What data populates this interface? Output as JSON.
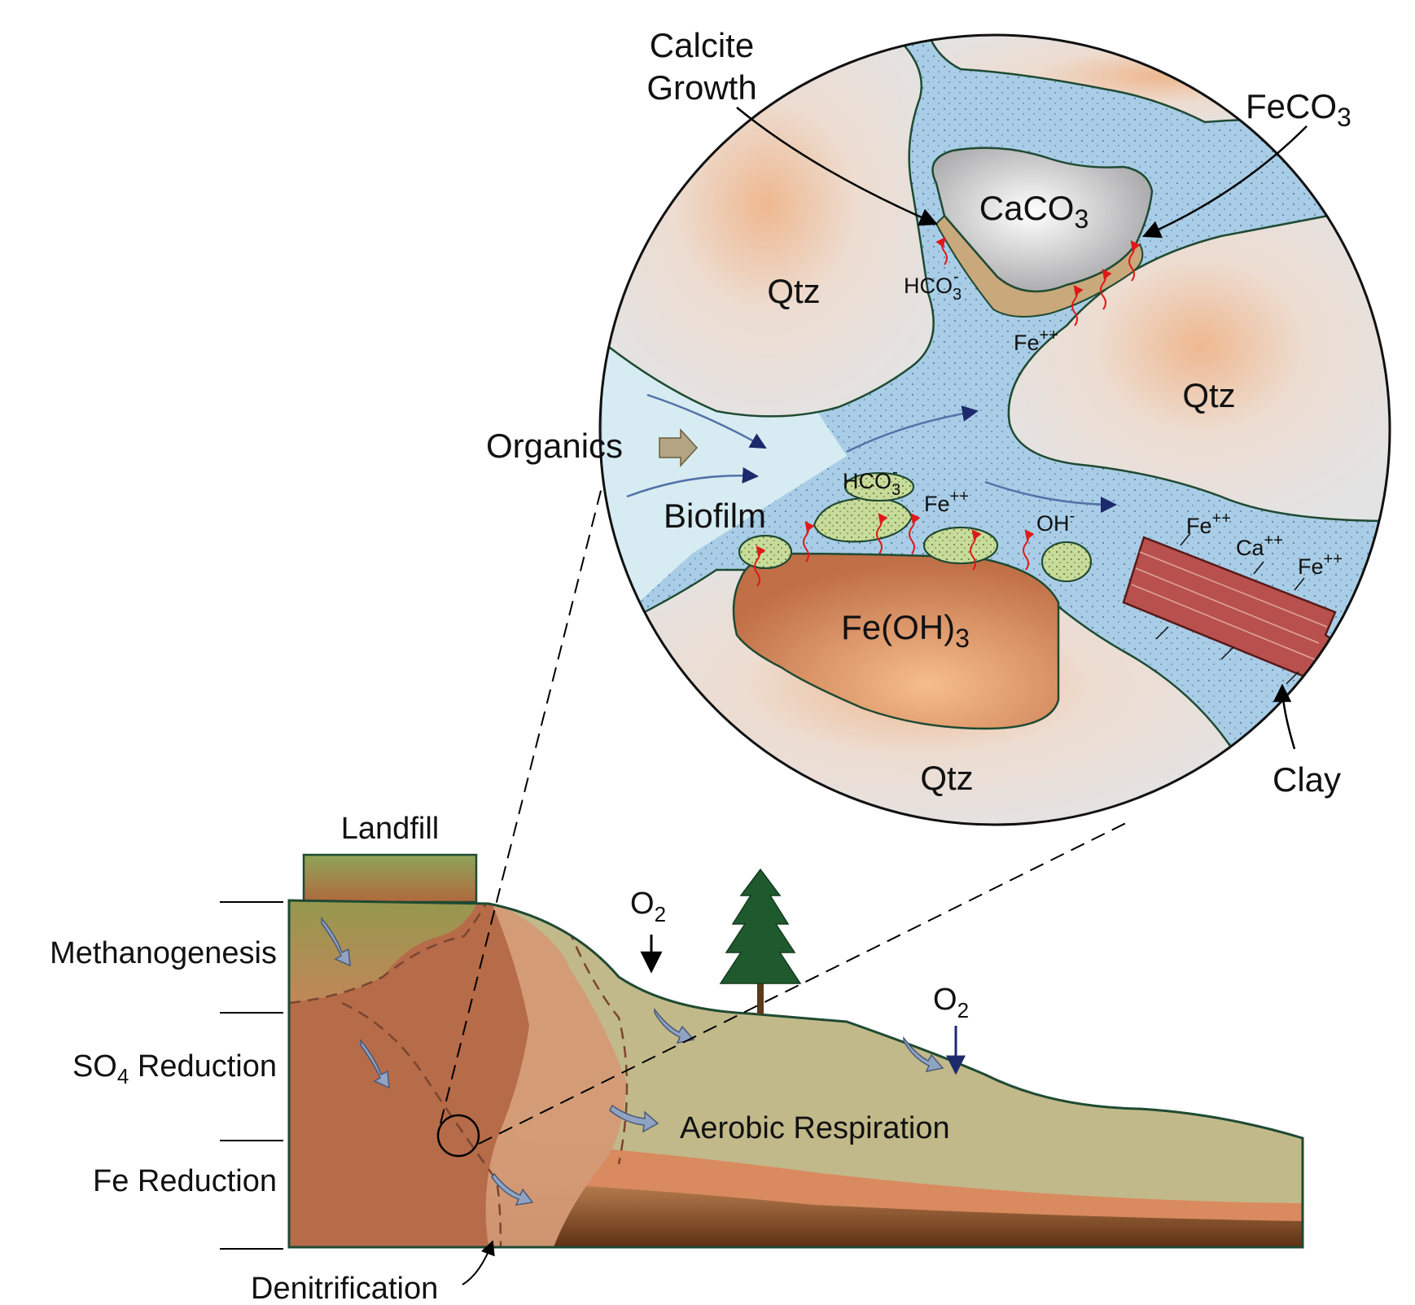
{
  "zoom_view": {
    "labels": {
      "calcite_growth_line1": "Calcite",
      "calcite_growth_line2": "Growth",
      "feco3_main": "FeCO",
      "feco3_sub": "3",
      "caco3_main": "CaCO",
      "caco3_sub": "3",
      "qtz_top_left": "Qtz",
      "qtz_right": "Qtz",
      "qtz_bottom": "Qtz",
      "hco3_upper_main": "HCO",
      "hco3_upper_sub": "3",
      "hco3_upper_sup": "-",
      "fe_upper_main": "Fe",
      "fe_upper_sup": "++",
      "organics": "Organics",
      "biofilm": "Biofilm",
      "hco3_lower_main": "HCO",
      "hco3_lower_sub": "3",
      "hco3_lower_sup": "-",
      "fe_lower_main": "Fe",
      "fe_lower_sup": "++",
      "oh_main": "OH",
      "oh_sup": "-",
      "feoh3_main": "Fe(OH)",
      "feoh3_sub": "3",
      "clay_fe1_main": "Fe",
      "clay_fe1_sup": "++",
      "clay_ca_main": "Ca",
      "clay_ca_sup": "++",
      "clay_fe2_main": "Fe",
      "clay_fe2_sup": "++",
      "clay": "Clay"
    },
    "colors": {
      "pore_water": "#a9cde6",
      "quartz": "#e4dcd6",
      "quartz_core": "#ecc7a8",
      "iron_hydroxide": "#cf7e55",
      "calcite": "#c9c9cb",
      "siderite": "#c9a87b",
      "biofilm": "#c8dc9a",
      "clay": "#b8514d",
      "outline": "#1f4a32"
    }
  },
  "cross_section": {
    "labels": {
      "landfill": "Landfill",
      "methanogenesis": "Methanogenesis",
      "so4_reduction_pre": "SO",
      "so4_reduction_sub": "4",
      "so4_reduction_post": " Reduction",
      "fe_reduction": "Fe Reduction",
      "denitrification": "Denitrification",
      "o2_left_main": "O",
      "o2_left_sub": "2",
      "o2_right_main": "O",
      "o2_right_sub": "2",
      "aerobic_respiration": "Aerobic Respiration"
    },
    "colors": {
      "aerobic_zone": "#c2b98a",
      "landfill_top": "#93a65a",
      "landfill_bottom": "#a9683e",
      "plume_outer": "#d9a07a",
      "plume_inner": "#b9714f",
      "fe_band": "#d9805a",
      "dark_base": "#6b3a18",
      "tree": "#1f5a2e",
      "arrow_fill": "#8fa3c2"
    }
  }
}
